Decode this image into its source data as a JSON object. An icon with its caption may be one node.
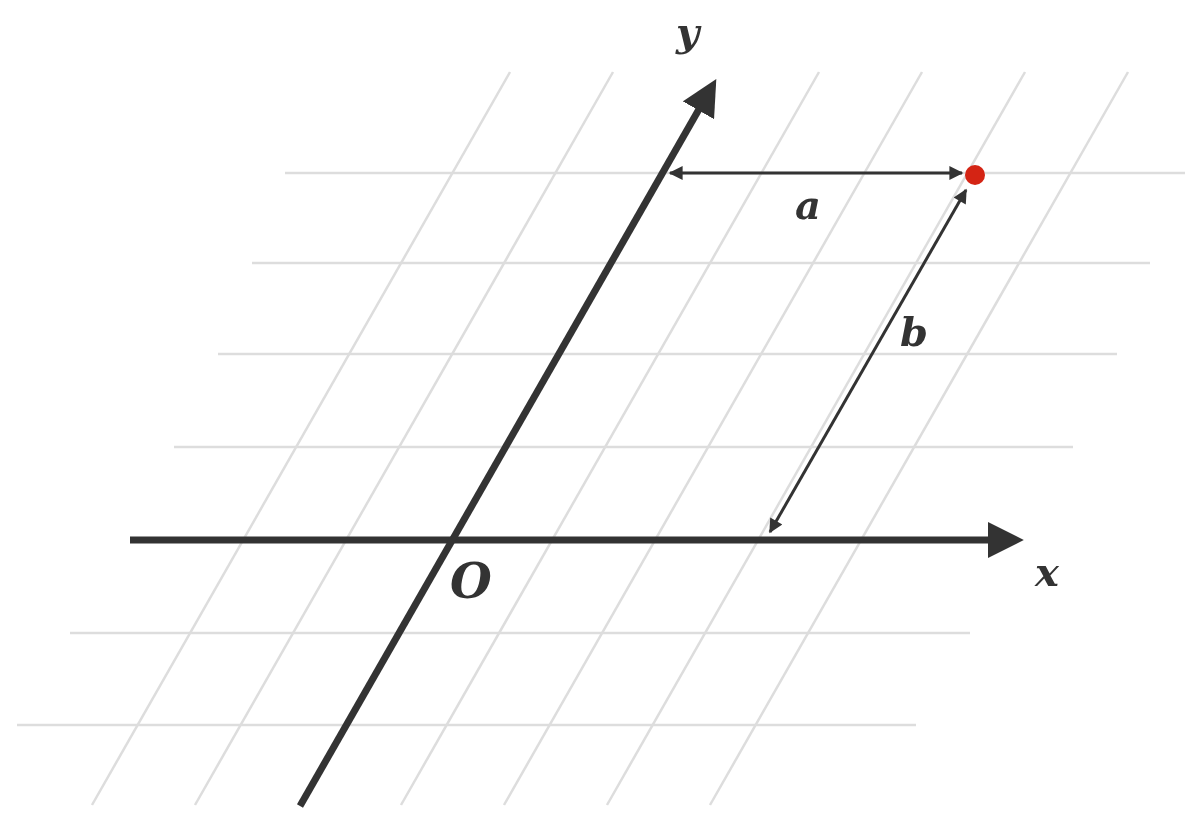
{
  "diagram": {
    "labels": [
      "y",
      "a",
      "b",
      "O",
      "x"
    ]
  }
}
